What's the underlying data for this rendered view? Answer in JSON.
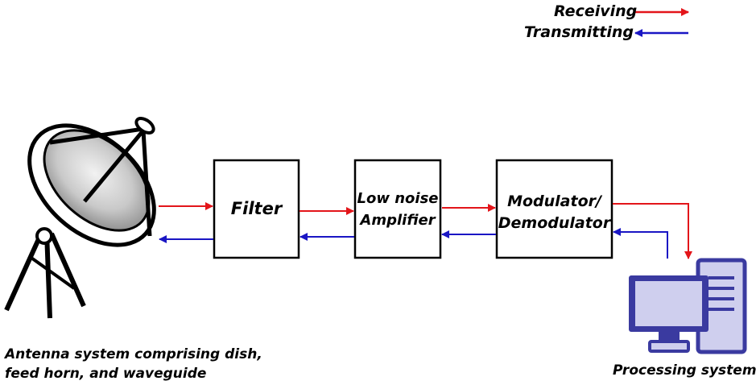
{
  "legend": {
    "receiving_label": "Receiving",
    "transmitting_label": "Transmitting",
    "receiving_color": "#e3151a",
    "transmitting_color": "#1a16c4"
  },
  "blocks": {
    "filter": "Filter",
    "lna_line1": "Low noise",
    "lna_line2": "Amplifier",
    "modem_line1": "Modulator/",
    "modem_line2": "Demodulator"
  },
  "captions": {
    "antenna_line1": "Antenna system comprising dish,",
    "antenna_line2": "feed horn, and waveguide",
    "processing": "Processing system"
  },
  "icons": {
    "antenna": "satellite-dish-icon",
    "computer": "desktop-computer-icon"
  },
  "colors": {
    "computer_fill": "#cfcfee",
    "computer_stroke": "#3a3aa0"
  }
}
